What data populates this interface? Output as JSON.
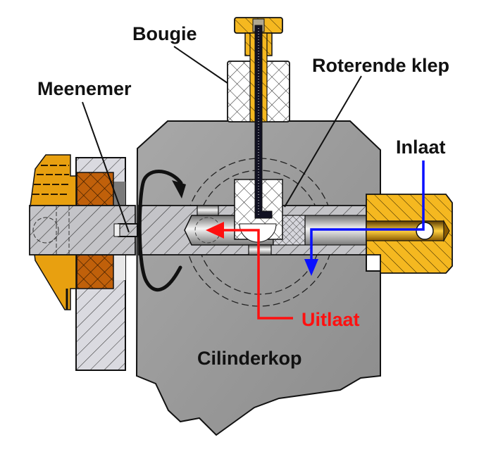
{
  "labels": {
    "spark_plug": "Bougie",
    "rotary_valve": "Roterende klep",
    "drive_coupling": "Meenemer",
    "inlet": "Inlaat",
    "exhaust": "Uitlaat",
    "cylinder_head": "Cilinderkop"
  },
  "colors": {
    "inlet_flow": "#0a10ff",
    "exhaust_flow": "#ff1010",
    "brass": "#f5b820",
    "cylinder_head": "#9a9a9a",
    "insulator": "#ffffff",
    "bushing": "#c0600a",
    "valve_steel": "#bdbdbd"
  }
}
